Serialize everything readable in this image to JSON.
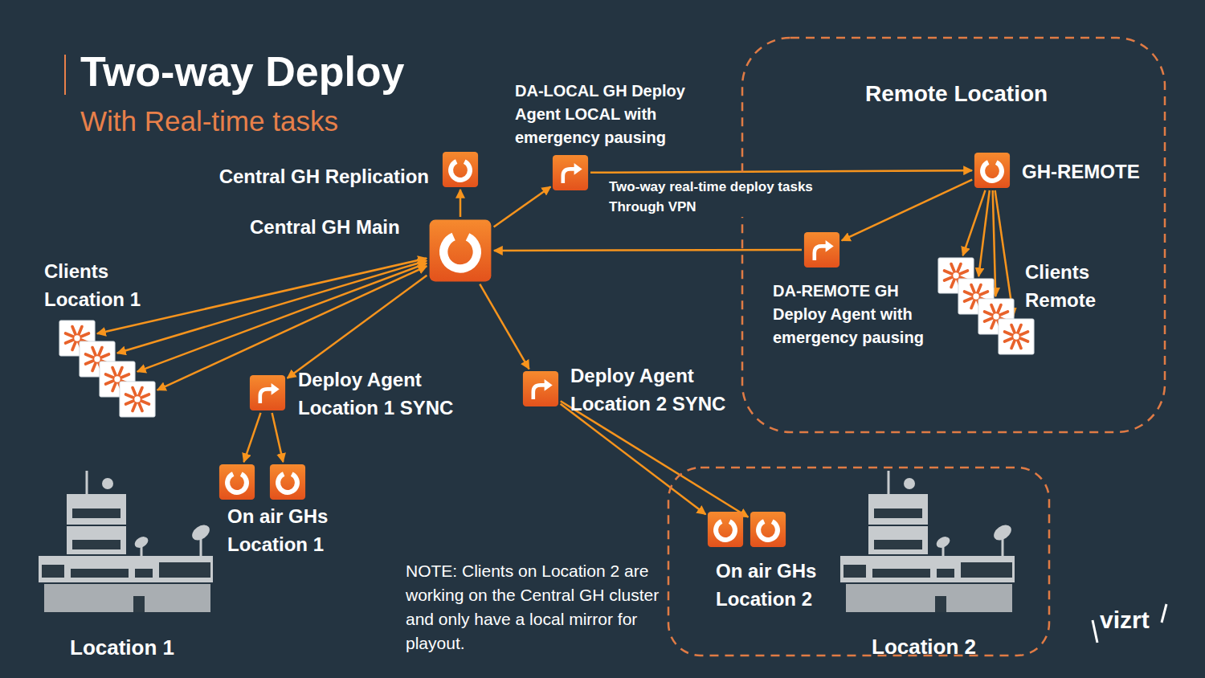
{
  "diagram": {
    "title": "Two-way Deploy",
    "caption": "With Real-time tasks",
    "nodes": [
      {
        "text": [
          "Central GH Replication"
        ]
      },
      {
        "text": [
          "DA-LOCAL GH Deploy Agent LOCAL with emergency pausing"
        ]
      },
      {
        "text": [
          "Remote Location"
        ]
      },
      {
        "text": [
          "GH-REMOTE"
        ],
        "in": 2
      },
      {
        "text": [
          "Central GH Main"
        ]
      },
      {
        "text": [
          "Clients Location 1"
        ]
      },
      {
        "text": [
          "Clients Remote"
        ],
        "in": 2
      },
      {
        "text": [
          "DA-REMOTE GH Deploy Agent with emergency pausing"
        ],
        "in": 2
      },
      {
        "text": [
          "Deploy Agent Location 1 SYNC"
        ]
      },
      {
        "text": [
          "Deploy Agent Location 2 SYNC"
        ]
      },
      {
        "text": [
          "On air GHs Location 1"
        ]
      },
      {
        "text": [
          "Location 2"
        ]
      },
      {
        "text": [
          "On air GHs Location 2"
        ],
        "in": 11
      }
    ],
    "edges": [
      {
        "from": 4,
        "to": 0,
        "arrow": "to"
      },
      {
        "from": 4,
        "to": 1,
        "arrow": "to"
      },
      {
        "from": 1,
        "to": 3,
        "label": "Two-way real-time deploy tasks Through VPN",
        "arrow": "to"
      },
      {
        "from": 3,
        "to": 7,
        "arrow": "to"
      },
      {
        "from": 7,
        "to": 4,
        "arrow": "to"
      },
      {
        "from": 4,
        "to": 5,
        "arrow": "both"
      },
      {
        "from": 4,
        "to": 5,
        "arrow": "both"
      },
      {
        "from": 4,
        "to": 5,
        "arrow": "both"
      },
      {
        "from": 4,
        "to": 5,
        "arrow": "both"
      },
      {
        "from": 3,
        "to": 6,
        "arrow": "to"
      },
      {
        "from": 3,
        "to": 6,
        "arrow": "to"
      },
      {
        "from": 3,
        "to": 6,
        "arrow": "to"
      },
      {
        "from": 3,
        "to": 6,
        "arrow": "to"
      },
      {
        "from": 4,
        "to": 8,
        "arrow": "to"
      },
      {
        "from": 8,
        "to": 10,
        "arrow": "to"
      },
      {
        "from": 8,
        "to": 10,
        "arrow": "to"
      },
      {
        "from": 4,
        "to": 9,
        "arrow": "to"
      },
      {
        "from": 9,
        "to": 12,
        "arrow": "to"
      },
      {
        "from": 9,
        "to": 12,
        "arrow": "to"
      }
    ],
    "labels": [
      "NOTE: Clients on Location 2 are working on the Central GH cluster and only have a local mirror for playout.",
      "Location 1",
      "vizrt"
    ]
  }
}
